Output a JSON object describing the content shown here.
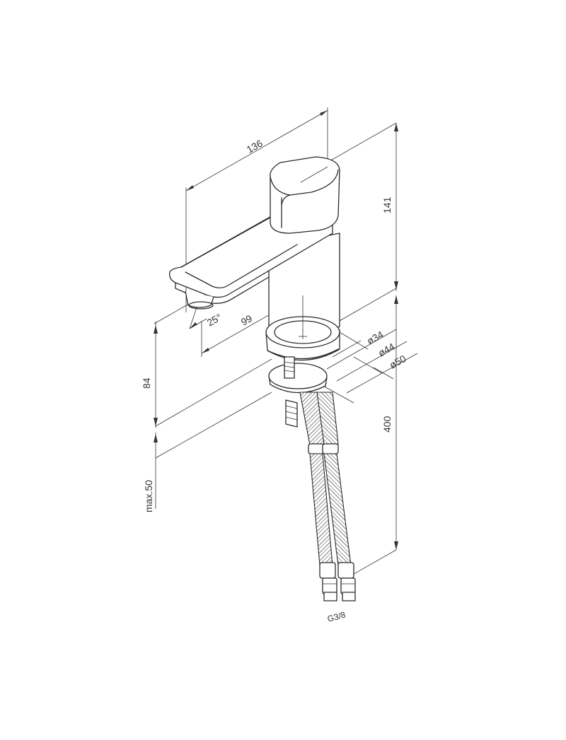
{
  "dimensions": {
    "width_136": "136",
    "height_141": "141",
    "spout_99": "99",
    "angle_25": "25°",
    "base_84": "84",
    "deck_max50": "max.50",
    "hose_400": "400",
    "dia_34": "ø34",
    "dia_44": "ø44",
    "dia_50": "ø50",
    "thread_g38": "G3/8"
  }
}
